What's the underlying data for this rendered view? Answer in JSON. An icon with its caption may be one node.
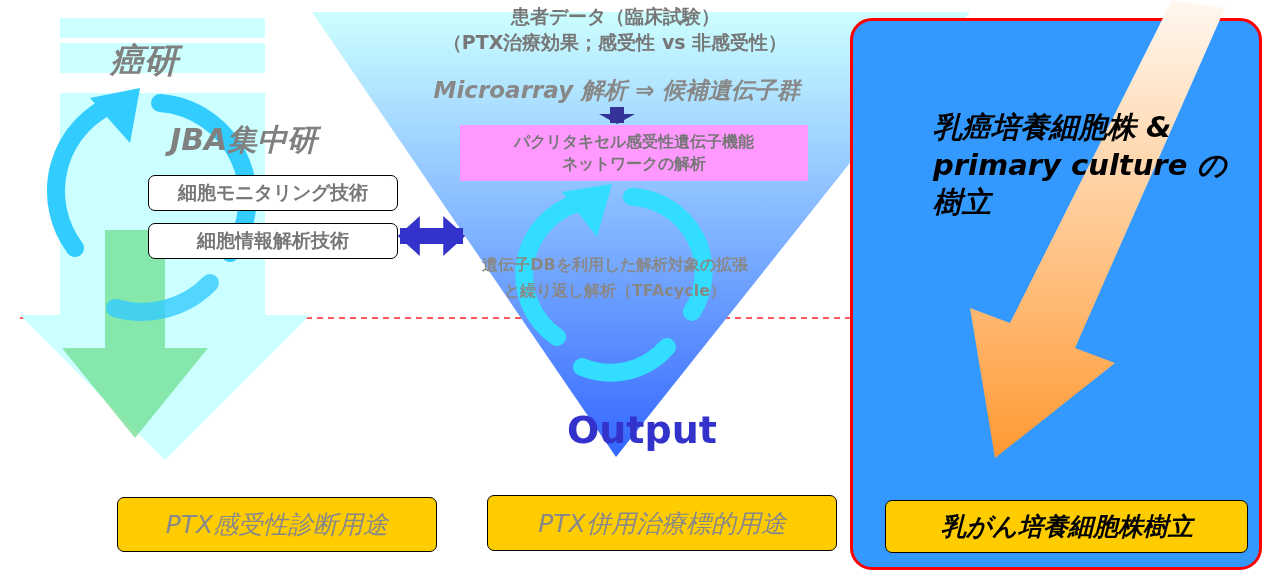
{
  "diagram": {
    "nodes": [
      {
        "text": [
          "癌研",
          "JBA集中研"
        ]
      },
      {
        "text": [
          "細胞モニタリング技術"
        ]
      },
      {
        "text": [
          "細胞情報解析技術"
        ]
      },
      {
        "text": [
          "患者データ（臨床試験）（PTX治療効果；感受性 vs 非感受性）",
          "遺伝子DBを利用した解析対象の拡張と繰り返し解析（TFAcycle）",
          "Output"
        ]
      },
      {
        "text": [
          "Microarray 解析 ⇒ 候補遺伝子群"
        ],
        "in": 3
      },
      {
        "text": [
          "パクリタキセル感受性遺伝子機能ネットワークの解析"
        ],
        "in": 3
      },
      {
        "text": [
          "乳癌培養細胞株 & primary culture の樹立"
        ]
      },
      {
        "text": [
          "乳がん培養細胞株樹立"
        ],
        "in": 6
      },
      {
        "text": [
          "PTX感受性診断用途"
        ]
      },
      {
        "text": [
          "PTX併用治療標的用途"
        ]
      }
    ],
    "edges": [
      {
        "from": 2,
        "to": 3,
        "arrow": "both"
      },
      {
        "from": 4,
        "to": 5,
        "arrow": "to"
      }
    ]
  }
}
